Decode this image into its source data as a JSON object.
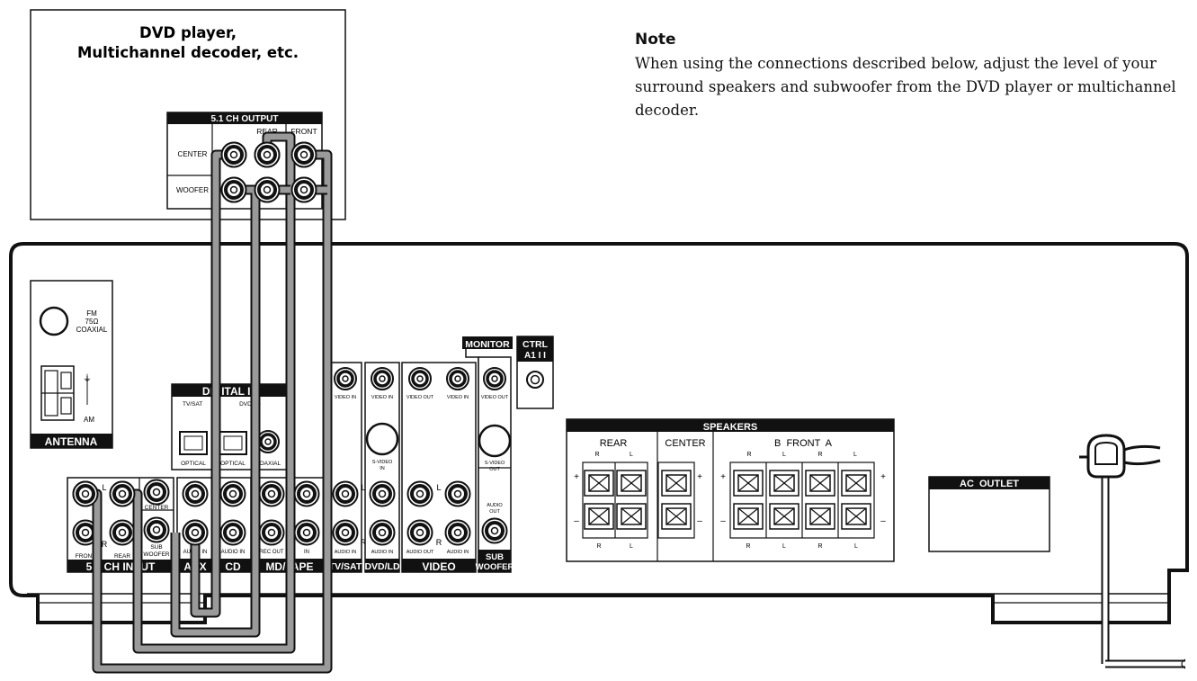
{
  "device": {
    "title_line1": "DVD player,",
    "title_line2": "Multichannel decoder, etc.",
    "output_header": "5.1 CH OUTPUT",
    "col_rear": "REAR",
    "col_front": "FRONT",
    "row_center": "CENTER",
    "row_woofer": "WOOFER"
  },
  "note": {
    "title": "Note",
    "text": "When using the connections described below, adjust the level of your surround speakers and subwoofer from the DVD player or multichannel decoder."
  },
  "receiver": {
    "antenna": {
      "label": "ANTENNA",
      "fm_1": "FM",
      "fm_2": "75Ω",
      "fm_3": "COAXIAL",
      "am": "AM"
    },
    "digital_in": {
      "header": "DIGITAL IN",
      "tv_sat": "TV/SAT",
      "dvd_ld": "DVD/LD",
      "optical": "OPTICAL",
      "coaxial": "COAXIAL"
    },
    "input_51": {
      "header": "5.1 CH INPUT",
      "front": "FRONT",
      "rear": "REAR",
      "center": "CENTER",
      "sub_1": "SUB",
      "sub_2": "WOOFER",
      "l": "L",
      "r": "R"
    },
    "aux": {
      "header": "AUX",
      "audio_in": "AUDIO IN"
    },
    "cd": {
      "header": "CD",
      "audio_in": "AUDIO IN"
    },
    "md_tape": {
      "header": "MD/TAPE",
      "rec_out": "REC OUT",
      "in": "IN"
    },
    "tv_sat": {
      "header": "TV/SAT",
      "video_in": "VIDEO IN",
      "audio_in": "AUDIO IN"
    },
    "dvd_ld": {
      "header": "DVD/LD",
      "video_in": "VIDEO IN",
      "s_video_1": "S-VIDEO",
      "s_video_2": "IN",
      "audio_in": "AUDIO IN"
    },
    "video": {
      "header": "VIDEO",
      "video_out": "VIDEO OUT",
      "video_in": "VIDEO IN",
      "audio_out": "AUDIO OUT",
      "audio_in": "AUDIO IN"
    },
    "monitor": {
      "header": "MONITOR",
      "video_out": "VIDEO OUT",
      "s_video_1": "S-VIDEO",
      "s_video_2": "OUT"
    },
    "sub_woofer": {
      "audio_1": "AUDIO",
      "audio_2": "OUT",
      "header_1": "SUB",
      "header_2": "WOOFER"
    },
    "ctrl": {
      "line1": "CTRL",
      "line2": "A1 I I"
    },
    "speakers": {
      "header": "SPEAKERS",
      "rear": "REAR",
      "center": "CENTER",
      "front": "B  FRONT  A",
      "r": "R",
      "l": "L",
      "plus": "+",
      "minus": "–"
    },
    "ac_outlet": "AC  OUTLET"
  }
}
